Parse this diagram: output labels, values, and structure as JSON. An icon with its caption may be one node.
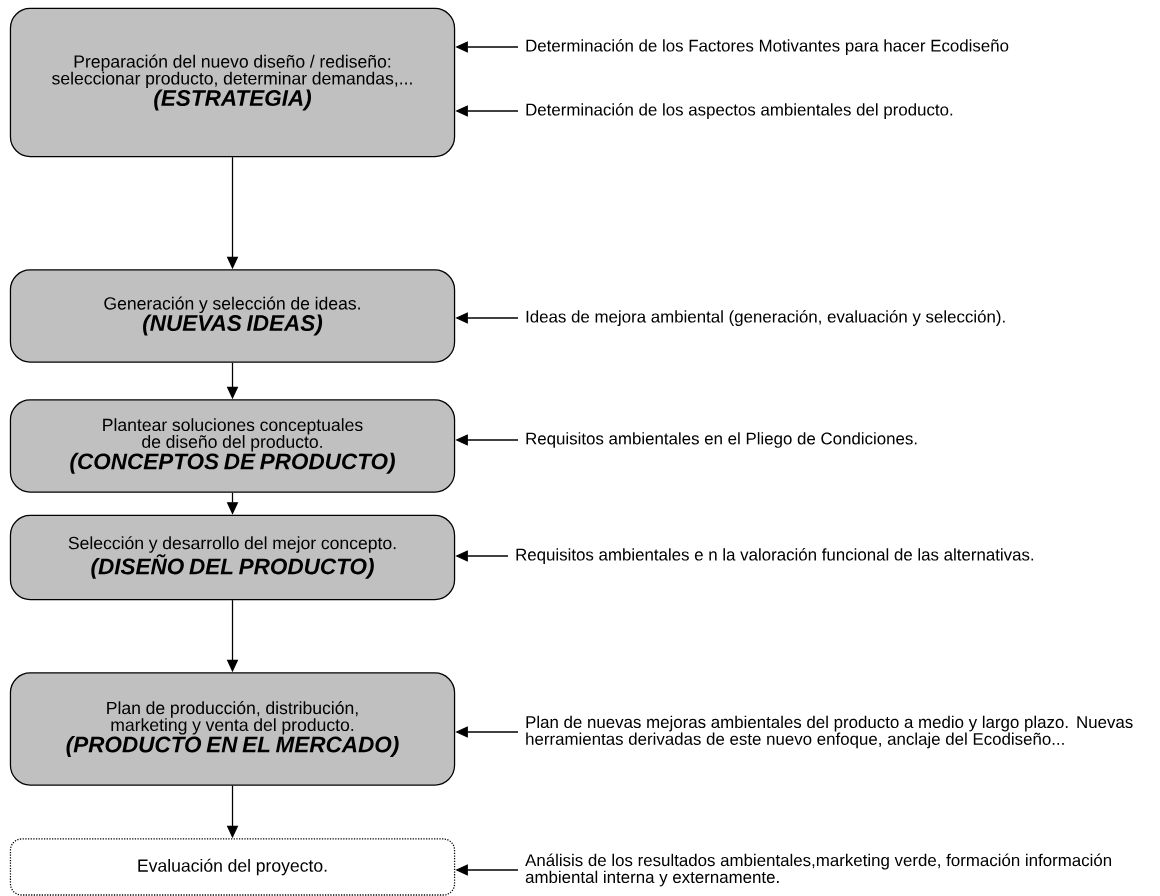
{
  "diagram": {
    "nodes": [
      {
        "text": [
          "Preparación del nuevo diseño / rediseño: seleccionar producto, determinar demandas,...",
          "(ESTRATEGIA)"
        ]
      },
      {
        "text": [
          "Generación y selección de ideas.",
          "(NUEVAS IDEAS)"
        ]
      },
      {
        "text": [
          "Plantear soluciones conceptuales de diseño del producto.",
          "(CONCEPTOS DE PRODUCTO)"
        ]
      },
      {
        "text": [
          "Selección y desarrollo del mejor concepto.",
          "(DISEÑO DEL PRODUCTO)"
        ]
      },
      {
        "text": [
          "Plan de producción, distribución, marketing y venta del producto.",
          "(PRODUCTO EN EL MERCADO)"
        ]
      },
      {
        "text": [
          "Evaluación del proyecto."
        ]
      },
      {
        "text": [
          "Determinación de los Factores Motivantes para hacer Ecodiseño"
        ]
      },
      {
        "text": [
          "Determinación de los aspectos ambientales del producto."
        ]
      },
      {
        "text": [
          "Ideas de mejora ambiental (generación, evaluación y selección)."
        ]
      },
      {
        "text": [
          "Requisitos ambientales en el Pliego de Condiciones."
        ]
      },
      {
        "text": [
          "Requisitos ambientales e n la valoración funcional de las alternativas."
        ]
      },
      {
        "text": [
          "Plan de nuevas mejoras ambientales del producto a medio y largo plazo. Nuevas herramientas derivadas de este nuevo enfoque, anclaje del Ecodiseño..."
        ]
      },
      {
        "text": [
          "Análisis de los resultados ambientales,marketing verde, formación información ambiental interna y externamente."
        ]
      }
    ],
    "edges": [
      {
        "from": 0,
        "to": 1,
        "arrow": "to"
      },
      {
        "from": 1,
        "to": 2,
        "arrow": "to"
      },
      {
        "from": 2,
        "to": 3,
        "arrow": "to"
      },
      {
        "from": 3,
        "to": 4,
        "arrow": "to"
      },
      {
        "from": 4,
        "to": 5,
        "arrow": "to"
      },
      {
        "from": 6,
        "to": 0,
        "arrow": "to"
      },
      {
        "from": 7,
        "to": 0,
        "arrow": "to"
      },
      {
        "from": 8,
        "to": 1,
        "arrow": "to"
      },
      {
        "from": 9,
        "to": 2,
        "arrow": "to"
      },
      {
        "from": 10,
        "to": 3,
        "arrow": "to"
      },
      {
        "from": 11,
        "to": 4,
        "arrow": "to"
      },
      {
        "from": 12,
        "to": 5,
        "arrow": "to"
      }
    ]
  }
}
